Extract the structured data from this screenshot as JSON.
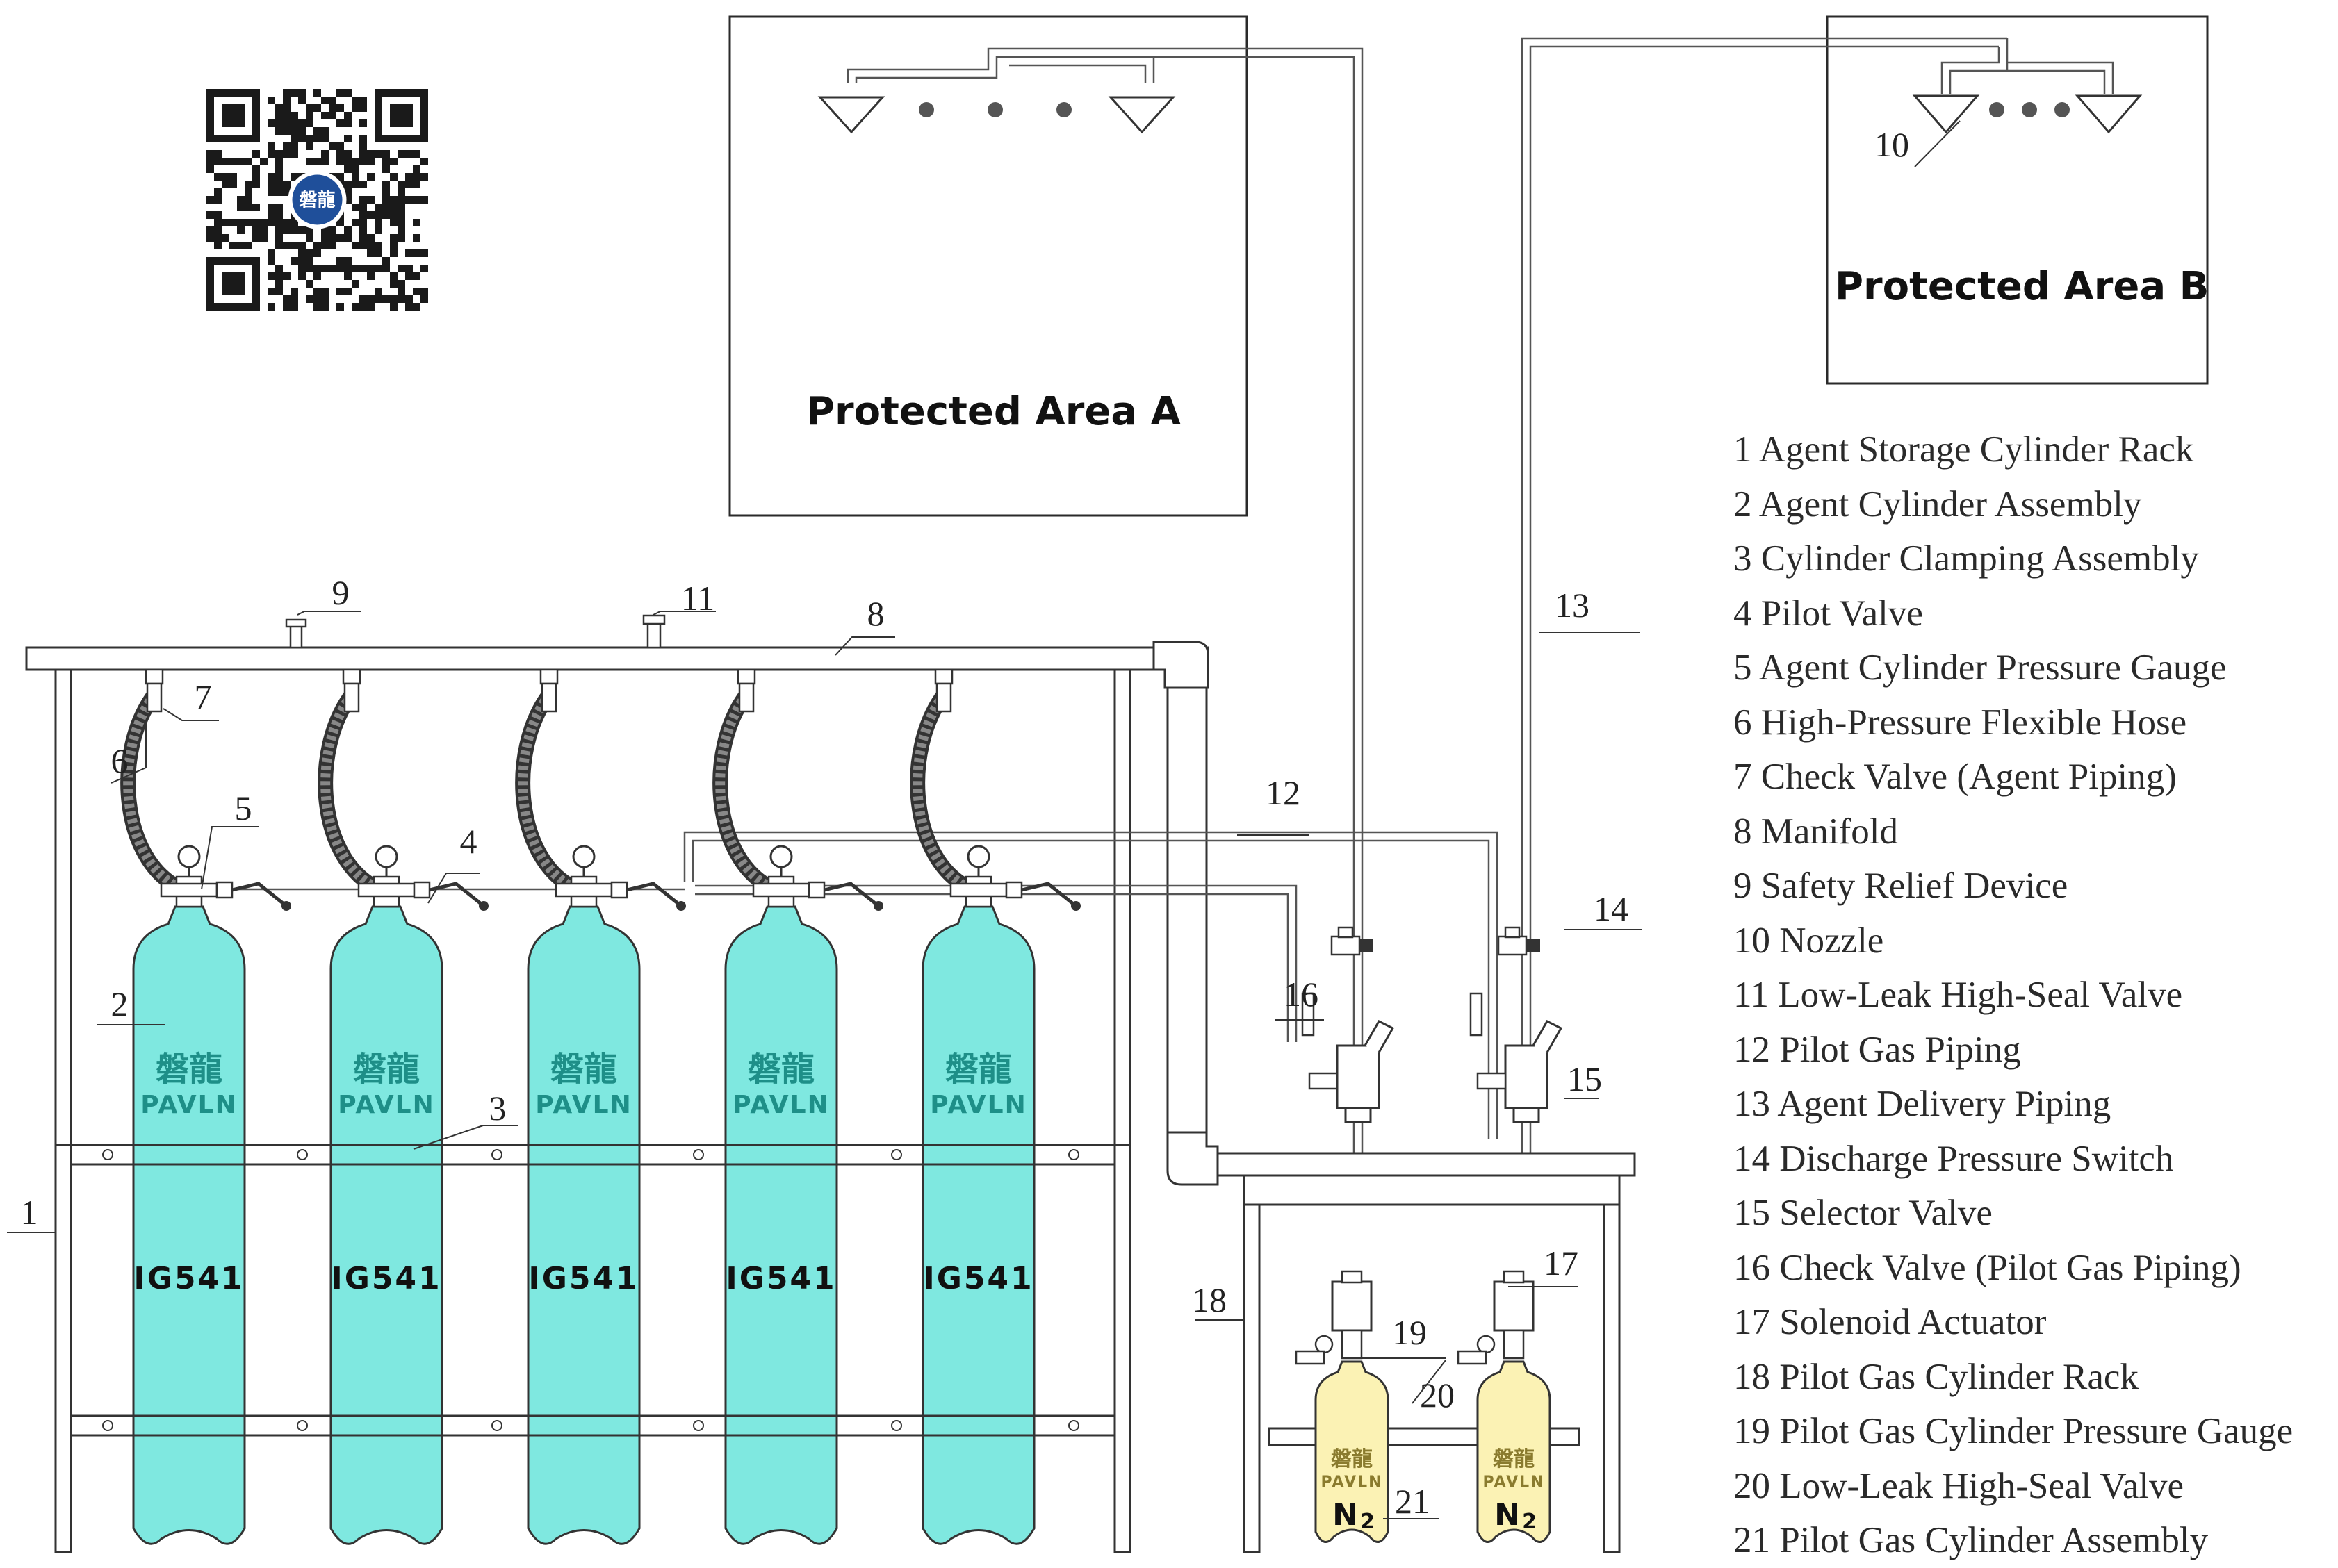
{
  "areas": {
    "a_title": "Protected Area A",
    "b_title": "Protected Area B"
  },
  "brand": {
    "cn": "磐龍",
    "en": "PAVLN"
  },
  "agent_label": "IG541",
  "pilot_label": "N",
  "pilot_sub": "2",
  "callouts": [
    "1",
    "2",
    "3",
    "4",
    "5",
    "6",
    "7",
    "8",
    "9",
    "10",
    "11",
    "12",
    "13",
    "14",
    "15",
    "16",
    "17",
    "18",
    "19",
    "20",
    "21"
  ],
  "legend": [
    "1 Agent Storage Cylinder Rack",
    "2 Agent Cylinder Assembly",
    "3 Cylinder Clamping Assembly",
    "4 Pilot Valve",
    "5 Agent Cylinder Pressure Gauge",
    "6 High-Pressure Flexible Hose",
    "7 Check Valve (Agent Piping)",
    "8 Manifold",
    "9 Safety Relief Device",
    "10 Nozzle",
    "11 Low-Leak High-Seal Valve",
    "12 Pilot Gas Piping",
    "13 Agent Delivery Piping",
    "14 Discharge Pressure Switch",
    "15 Selector Valve",
    "16 Check Valve (Pilot Gas Piping)",
    "17 Solenoid Actuator",
    "18 Pilot Gas Cylinder Rack",
    "19 Pilot Gas Cylinder Pressure Gauge",
    "20 Low-Leak High-Seal Valve",
    "21 Pilot Gas Cylinder Assembly"
  ],
  "colors": {
    "agent_cylinder": "#7fe8e0",
    "pilot_cylinder": "#fbf2b4",
    "line": "#3a3a3a",
    "qr_dark": "#1a1a1a",
    "qr_badge": "#1f4f9a"
  },
  "icons": [
    "qr-code-icon",
    "nozzle-icon",
    "gauge-icon"
  ]
}
